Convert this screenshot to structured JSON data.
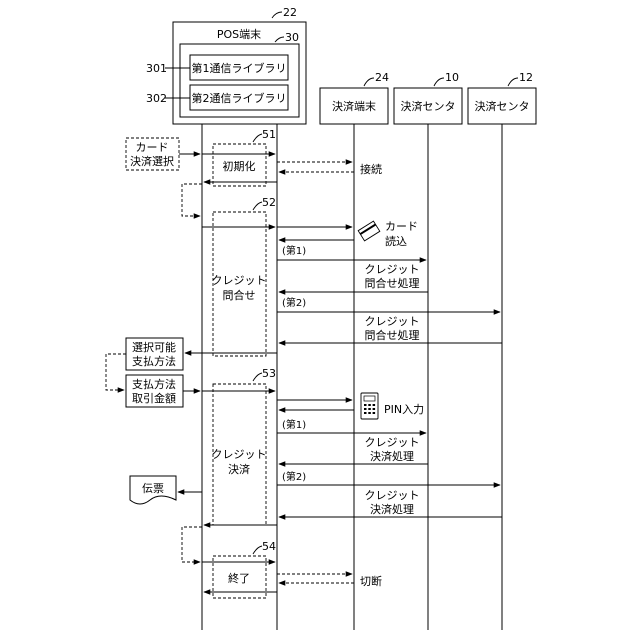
{
  "labels": {
    "pos": "POS端末",
    "lib1": "第1通信ライブラリ",
    "lib2": "第2通信ライブラリ",
    "terminal": "決済端末",
    "center1": "決済センタ",
    "center2": "決済センタ",
    "card_sel_1": "カード",
    "card_sel_2": "決済選択",
    "init": "初期化",
    "connect": "接続",
    "card_read_1": "カード",
    "card_read_2": "読込",
    "no1": "(第1)",
    "no2": "(第2)",
    "credit": "クレジット",
    "inq_proc": "問合せ処理",
    "inquiry": "問合せ",
    "sel_methods_1": "選択可能",
    "sel_methods_2": "支払方法",
    "pay_amount_1": "支払方法",
    "pay_amount_2": "取引金額",
    "pin": "PIN入力",
    "settle_proc": "決済処理",
    "settle": "決済",
    "slip": "伝票",
    "end": "終了",
    "disconnect": "切断"
  },
  "refs": {
    "r22": "22",
    "r30": "30",
    "r301": "301",
    "r302": "302",
    "r24": "24",
    "r10": "10",
    "r12": "12",
    "r51": "51",
    "r52": "52",
    "r53": "53",
    "r54": "54"
  }
}
